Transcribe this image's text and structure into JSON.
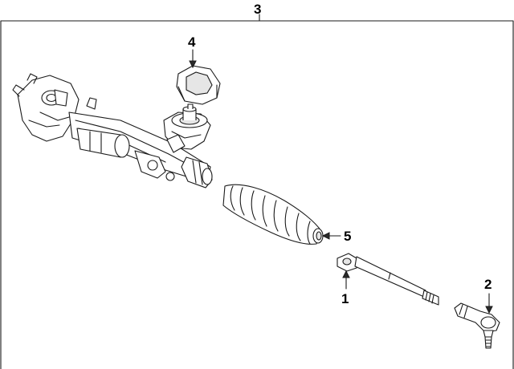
{
  "callouts": {
    "assembly": "3",
    "tie_rod_end": "2",
    "inner_tie_rod": "1",
    "bellows_boot": "5",
    "seal": "4"
  },
  "colors": {
    "line": "#1a1a1a",
    "background": "#ffffff",
    "frame": "#000000"
  }
}
